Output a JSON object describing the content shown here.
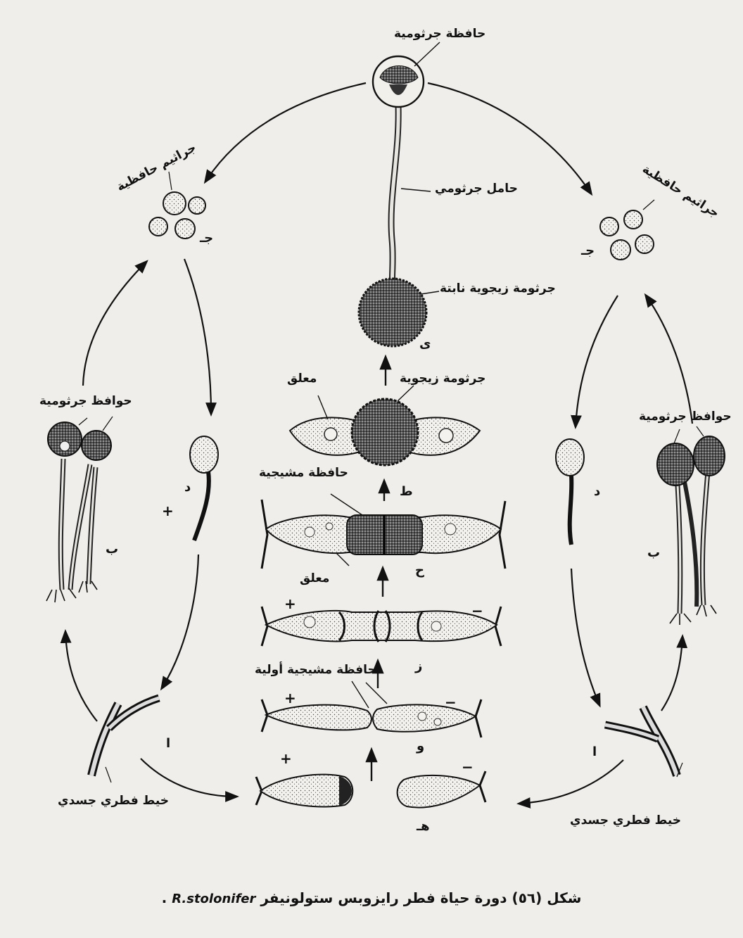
{
  "labels": {
    "top_sporangium": "حافظة جرثومية",
    "sporangiophore": "حامل جرثومي",
    "germinating_zygospore": "جرثومة زيجوية نابتة",
    "zygospore": "جرثومة زيجوية",
    "suspensor_top": "معلق",
    "gametangium": "حافظة مشيجية",
    "suspensor_mid": "معلق",
    "progametangium": "حافظة مشيجية أولية",
    "spores_left": "جراثيم حافظية",
    "spores_right": "جراثيم حافظية",
    "sporangia_left": "حوافظ جرثومية",
    "sporangia_right": "حوافظ جرثومية",
    "hypha_left": "خيط فطري جسدي",
    "hypha_right": "خيط فطري جسدي"
  },
  "letters": {
    "a_left": "ا",
    "a_right": "ا",
    "b_left": "ب",
    "b_right": "ب",
    "j_left": "جـ",
    "j_right": "جـ",
    "d_left": "د",
    "d_right": "د",
    "h": "هـ",
    "w": "و",
    "z": "ز",
    "ha": "ح",
    "t": "ط",
    "y": "ى"
  },
  "signs": {
    "plus_d_left": "+",
    "plus_z": "+",
    "minus_z": "−",
    "plus_w": "+",
    "minus_w": "−",
    "plus_h": "+",
    "minus_h": "−"
  },
  "caption": {
    "text": "شكل (٥٦) دورة حياة فطر رايزوبس ستولونيفر",
    "scientific": "R.stolonifer",
    "end": "."
  }
}
